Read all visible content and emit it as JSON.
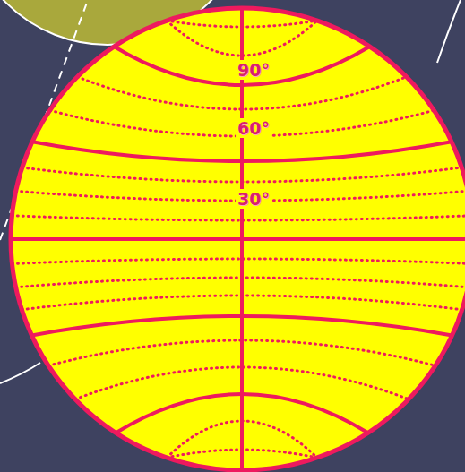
{
  "diagram": {
    "labels": [
      "90°",
      "60°",
      "30°"
    ]
  }
}
